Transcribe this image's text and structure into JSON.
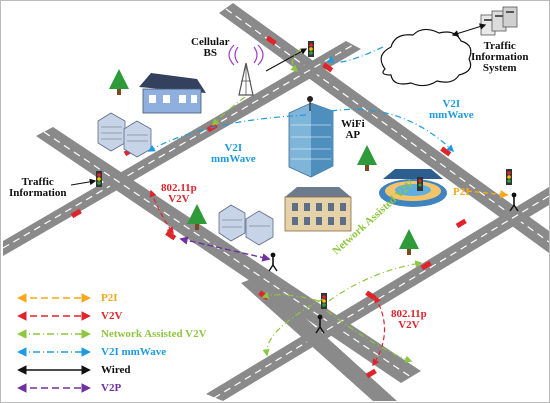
{
  "labels": {
    "cellular_bs": [
      "Cellular",
      "BS"
    ],
    "traffic_info_system": [
      "Traffic",
      "Information",
      "System"
    ],
    "traffic_information": [
      "Traffic",
      "Information"
    ],
    "wifi_ap": [
      "WiFi",
      "AP"
    ],
    "v2i_right": [
      "V2I",
      "mmWave"
    ],
    "v2i_left": [
      "V2I",
      "mmWave"
    ],
    "v2v_top": [
      "802.11p",
      "V2V"
    ],
    "v2v_bottom": [
      "802.11p",
      "V2V"
    ],
    "network_assisted": "Network Assisted V2V",
    "p2i": "P2I"
  },
  "legend": [
    {
      "label": "P2I",
      "color": "#f5a81c",
      "style": "dash"
    },
    {
      "label": "V2V",
      "color": "#e0242b",
      "style": "dash"
    },
    {
      "label": "Network Assisted V2V",
      "color": "#8dc63f",
      "style": "dashdot"
    },
    {
      "label": "V2I mmWave",
      "color": "#1e9be0",
      "style": "dashdot"
    },
    {
      "label": "Wired",
      "color": "#111111",
      "style": "solid"
    },
    {
      "label": "V2P",
      "color": "#7030a0",
      "style": "dash"
    }
  ],
  "colors": {
    "road": "#8a8a8a",
    "road_stripe": "#ffffff",
    "grass": "#ffffff",
    "car": "#e0242b"
  }
}
